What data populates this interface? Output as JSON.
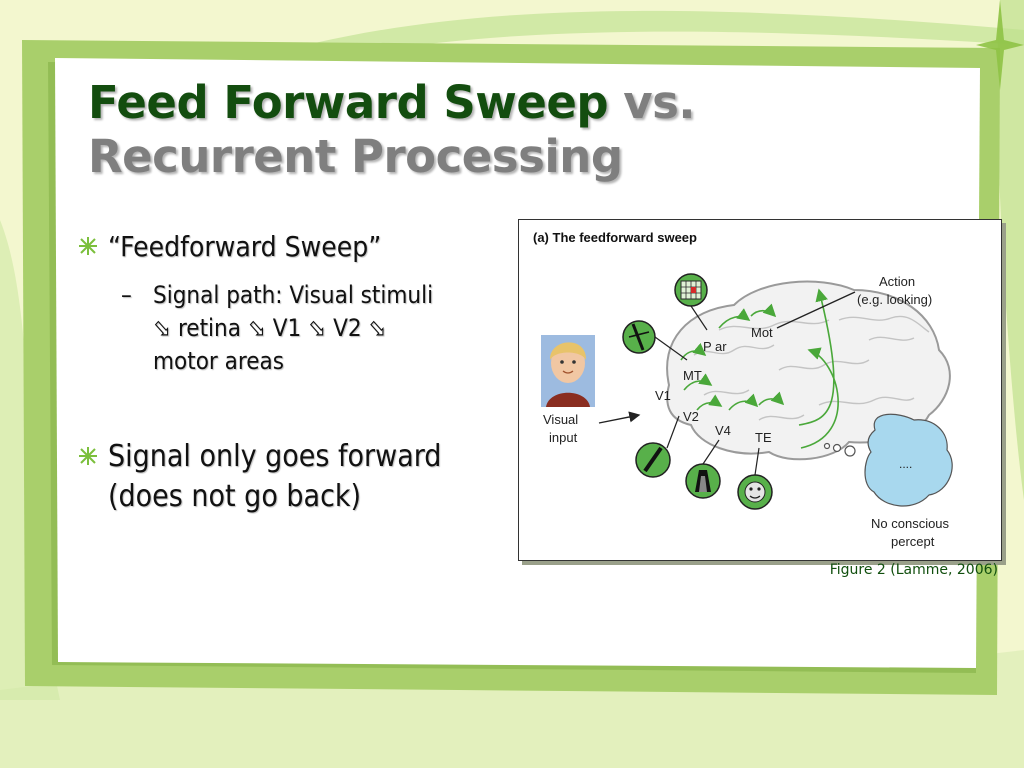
{
  "slide": {
    "title_part1": "Feed Forward Sweep",
    "title_part2": " vs.",
    "title_line2": "Recurrent Processing"
  },
  "bullets": [
    {
      "text": "“Feedforward Sweep”",
      "sub": [
        {
          "dash": "–",
          "lines": [
            "Signal path: Visual stimuli",
            "⬂ retina ⬂ V1 ⬂ V2 ⬂",
            "motor areas"
          ]
        }
      ]
    },
    {
      "lines": [
        "Signal only goes forward",
        "(does not go back)"
      ]
    }
  ],
  "figure": {
    "title": "(a) The feedforward sweep",
    "action_label_line1": "Action",
    "action_label_line2": "(e.g. looking)",
    "labels": {
      "mot": "Mot",
      "par": "P ar",
      "mt": "MT",
      "v1": "V1",
      "v2": "V2",
      "v4": "V4",
      "te": "TE",
      "visual_line1": "Visual",
      "visual_line2": "input",
      "blob_dots": "....",
      "no_conscious_line1": "No conscious",
      "no_conscious_line2": "percept"
    },
    "caption": "Figure 2 (Lamme, 2006)"
  },
  "colors": {
    "title_green": "#134d0f",
    "title_gray": "#7f7f7f",
    "frame_green": "#a9cf6b",
    "background": "#f3f7cf",
    "icon_green": "#58b04a",
    "blob_blue": "#a8d8ee",
    "caption_green": "#114f0e"
  }
}
